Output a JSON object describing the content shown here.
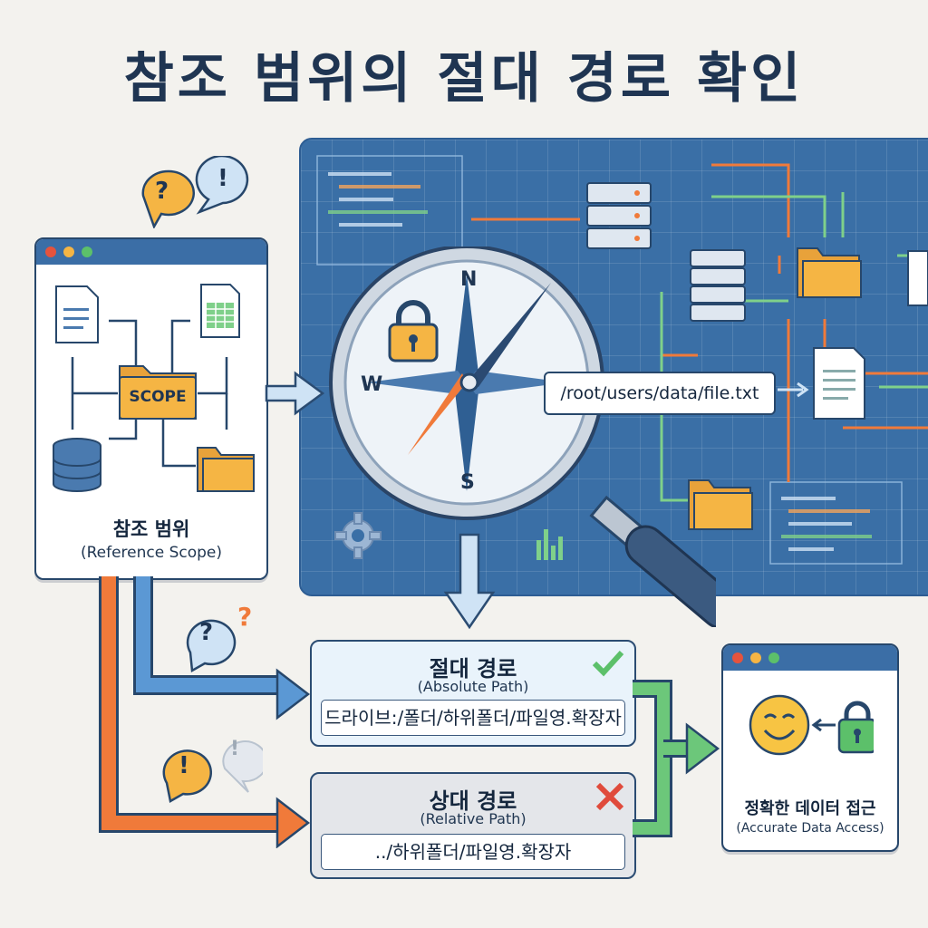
{
  "title": "참조 범위의 절대 경로 확인",
  "scope_window": {
    "folder_label": "SCOPE",
    "heading": "참조 범위",
    "subheading": "(Reference Scope)"
  },
  "compass": {
    "n": "N",
    "s": "S",
    "w": "W",
    "path_callout": "/root/users/data/file.txt"
  },
  "absolute_path": {
    "heading": "절대 경로",
    "subheading": "(Absolute Path)",
    "example": "드라이브:/폴더/하위폴더/파일영.확장자"
  },
  "relative_path": {
    "heading": "상대 경로",
    "subheading": "(Relative Path)",
    "example": "../하위폴더/파일영.확장자"
  },
  "result_window": {
    "heading": "정확한 데이터 접근",
    "subheading": "(Accurate Data Access)"
  },
  "icons": {
    "question": "?",
    "exclaim": "!"
  },
  "colors": {
    "navy": "#1f3552",
    "blueprint": "#3a6fa6",
    "orange": "#f07a3a",
    "green": "#5cc06a",
    "folder": "#f5b544",
    "red": "#e04b3c"
  }
}
